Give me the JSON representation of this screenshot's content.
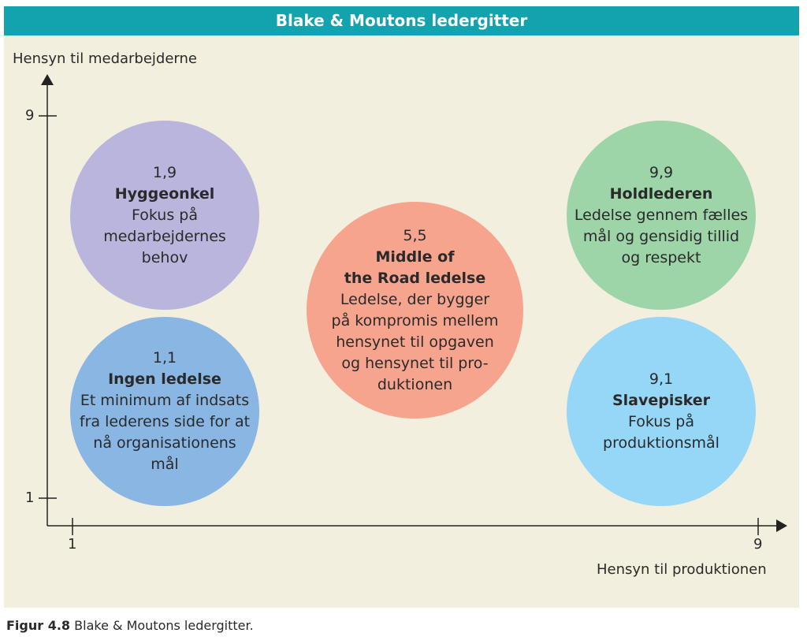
{
  "title": "Blake & Moutons ledergitter",
  "y_axis_label": "Hensyn til medarbejderne",
  "x_axis_label": "Hensyn til produktionen",
  "y_ticks": [
    "9",
    "1"
  ],
  "x_ticks": [
    "1",
    "9"
  ],
  "styles": [
    {
      "coord": "1,9",
      "name": "Hyggeonkel",
      "desc": "Fokus på\nmedarbejdernes\nbehov",
      "color": "#b9b5dc"
    },
    {
      "coord": "1,1",
      "name": "Ingen ledelse",
      "desc": "Et minimum af indsats\nfra lederens side for at\nnå organisationens\nmål",
      "color": "#8ab6e3"
    },
    {
      "coord": "5,5",
      "name": "Middle of\nthe Road ledelse",
      "desc": "Ledelse, der bygger\npå kompromis mellem\nhensynet til opgaven\nog hensynet til pro-\nduktionen",
      "color": "#f6a48e"
    },
    {
      "coord": "9,9",
      "name": "Holdlederen",
      "desc": "Ledelse gennem fælles\nmål og gensidig tillid\nog respekt",
      "color": "#9dd4a8"
    },
    {
      "coord": "9,1",
      "name": "Slavepisker",
      "desc": "Fokus på\nproduktionsmål",
      "color": "#96d6f7"
    }
  ],
  "caption": {
    "label": "Figur 4.8",
    "text": "Blake & Moutons ledergitter."
  },
  "colors": {
    "title_bar": "#12a3ae",
    "panel": "#f3efdf",
    "axis": "#222222"
  }
}
